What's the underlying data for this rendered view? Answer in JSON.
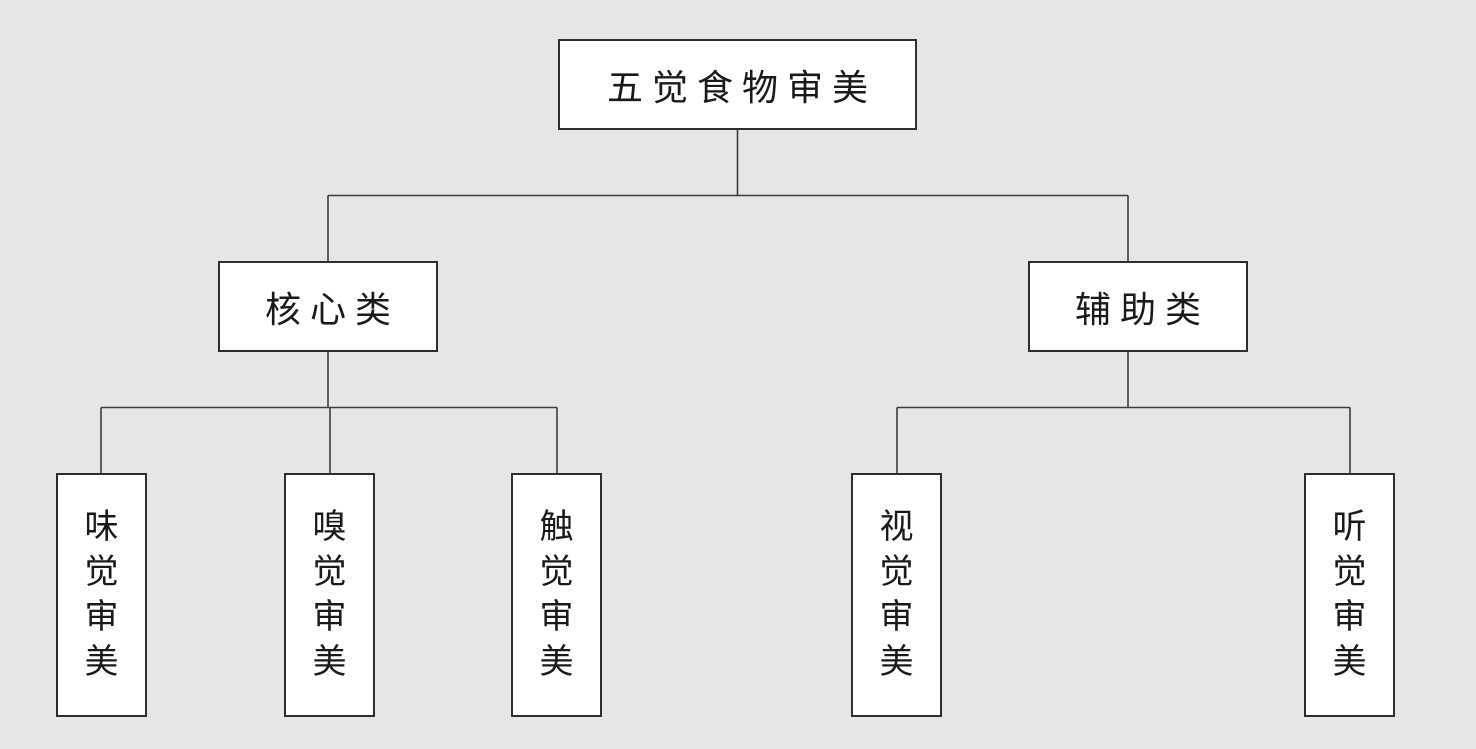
{
  "diagram": {
    "title": "五觉食物审美",
    "root": {
      "label": "五觉食物审美"
    },
    "categories": [
      {
        "label": "核心类",
        "children": [
          {
            "label": "味觉审美"
          },
          {
            "label": "嗅觉审美"
          },
          {
            "label": "触觉审美"
          }
        ]
      },
      {
        "label": "辅助类",
        "children": [
          {
            "label": "视觉审美"
          },
          {
            "label": "听觉审美"
          }
        ]
      }
    ],
    "colors": {
      "background": "#e5e6e8",
      "box_fill": "#ffffff",
      "box_border": "#2e2e2e",
      "connector": "#3c3c3c",
      "text": "#1a1a1a"
    }
  }
}
